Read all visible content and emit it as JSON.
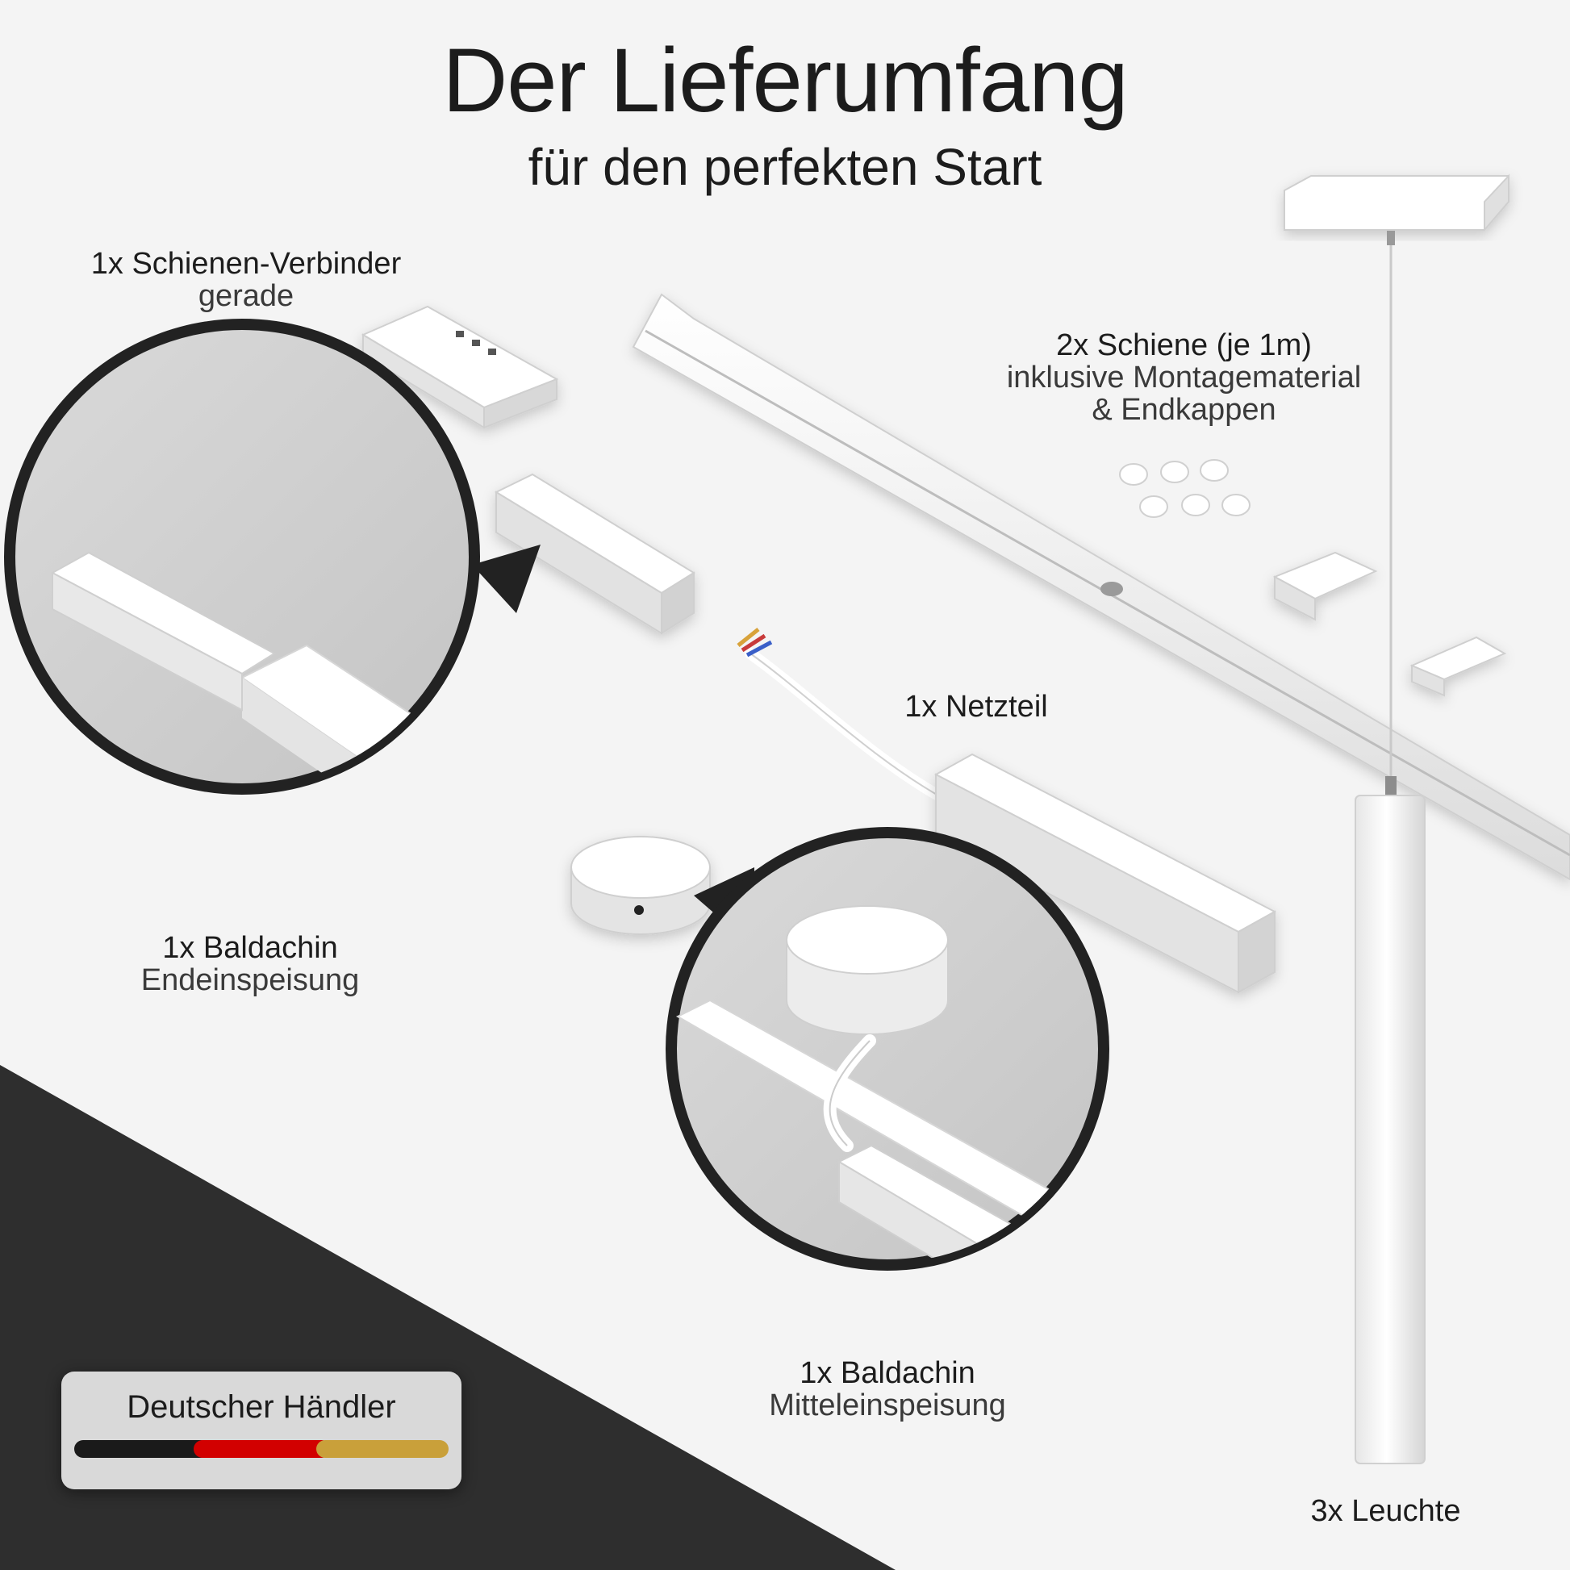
{
  "header": {
    "title": "Der Lieferumfang",
    "subtitle": "für den perfekten Start"
  },
  "items": {
    "connector": {
      "label": "1x Schienen-Verbinder",
      "sub": "gerade"
    },
    "rail": {
      "label": "2x Schiene (je 1m)",
      "sub1": "inklusive Montagematerial",
      "sub2": "& Endkappen"
    },
    "power_supply": {
      "label": "1x Netzteil"
    },
    "canopy_end": {
      "label": "1x Baldachin",
      "sub": "Endeinspeisung"
    },
    "canopy_middle": {
      "label": "1x Baldachin",
      "sub": "Mitteleinspeisung"
    },
    "pendant": {
      "label": "3x Leuchte"
    }
  },
  "badge": {
    "label": "Deutscher Händler",
    "colors": [
      "#1a1a1a",
      "#d20000",
      "#c9a03a"
    ]
  },
  "colors": {
    "background": "#f4f4f4",
    "dark_corner": "#2e2e2e",
    "zoom_circle_border": "#222222",
    "zoom_circle_fill": "#cfcfcf",
    "product_white": "#ffffff"
  }
}
